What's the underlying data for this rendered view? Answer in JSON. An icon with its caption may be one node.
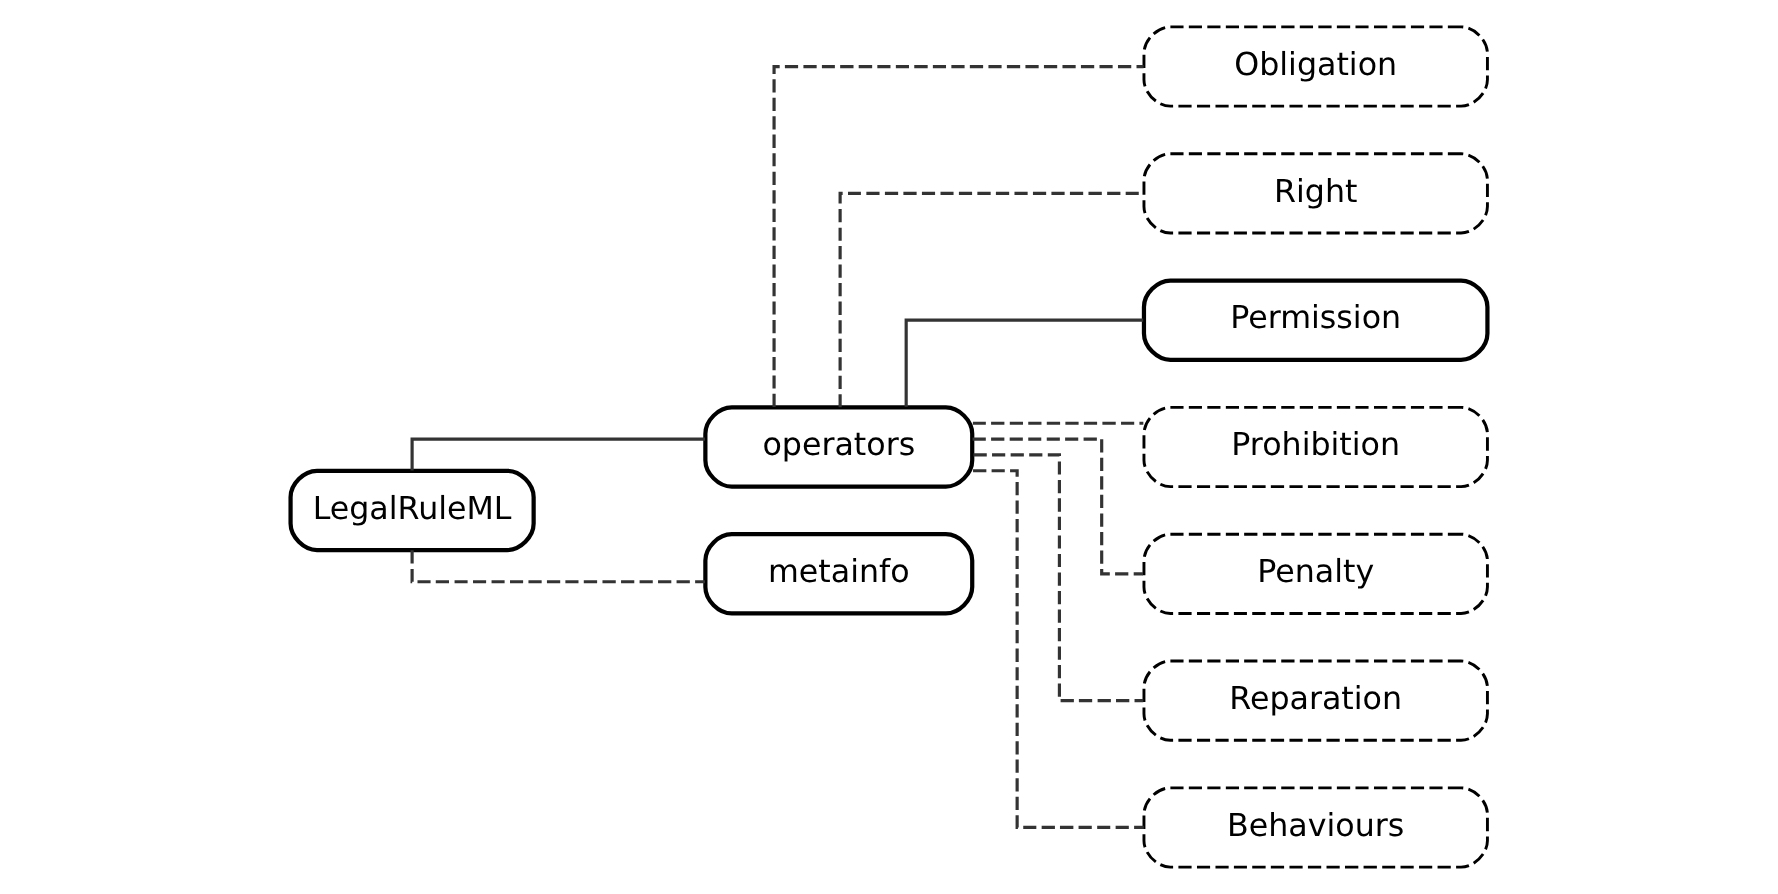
{
  "diagram": {
    "nodes": [
      {
        "text": [
          "LegalRuleML"
        ]
      },
      {
        "text": [
          "operators"
        ]
      },
      {
        "text": [
          "metainfo"
        ]
      },
      {
        "text": [
          "Obligation"
        ]
      },
      {
        "text": [
          "Right"
        ]
      },
      {
        "text": [
          "Permission"
        ]
      },
      {
        "text": [
          "Prohibition"
        ]
      },
      {
        "text": [
          "Penalty"
        ]
      },
      {
        "text": [
          "Reparation"
        ]
      },
      {
        "text": [
          "Behaviours"
        ]
      }
    ],
    "edges": [
      {
        "from": 0,
        "to": 1,
        "arrow": "none"
      },
      {
        "from": 0,
        "to": 2,
        "arrow": "none",
        "style": "dashed"
      },
      {
        "from": 1,
        "to": 3,
        "arrow": "none",
        "style": "dashed"
      },
      {
        "from": 1,
        "to": 4,
        "arrow": "none",
        "style": "dashed"
      },
      {
        "from": 1,
        "to": 5,
        "arrow": "none"
      },
      {
        "from": 1,
        "to": 6,
        "arrow": "none",
        "style": "dashed"
      },
      {
        "from": 1,
        "to": 7,
        "arrow": "none",
        "style": "dashed"
      },
      {
        "from": 1,
        "to": 8,
        "arrow": "none",
        "style": "dashed"
      },
      {
        "from": 1,
        "to": 9,
        "arrow": "none",
        "style": "dashed"
      }
    ]
  }
}
